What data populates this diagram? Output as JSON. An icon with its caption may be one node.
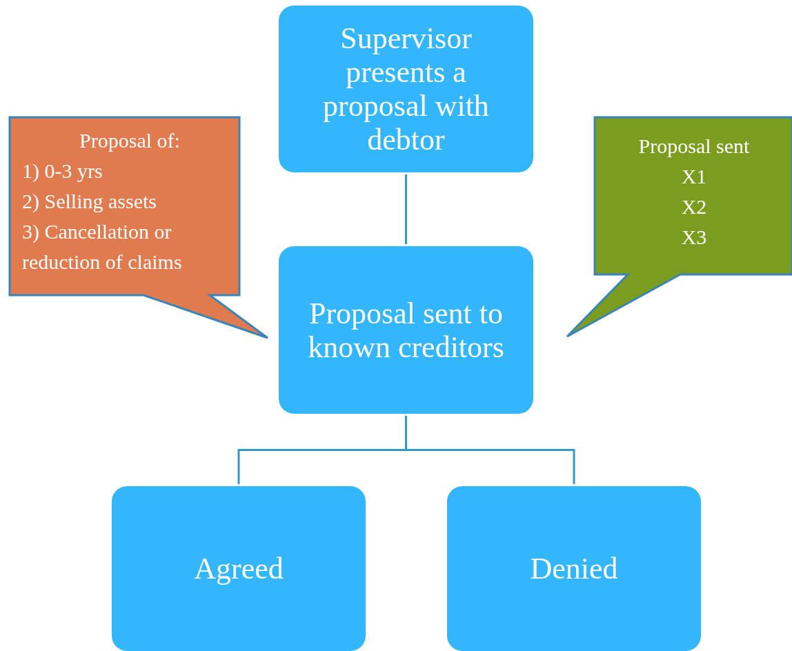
{
  "diagram": {
    "nodes": [
      {
        "text": [
          "Supervisor presents a proposal with debtor"
        ]
      },
      {
        "text": [
          "Proposal sent to known creditors"
        ]
      },
      {
        "text": [
          "Agreed"
        ]
      },
      {
        "text": [
          "Denied"
        ]
      },
      {
        "text": [
          "Proposal of:",
          "1) 0-3 yrs",
          "2) Selling assets",
          "3) Cancellation or reduction of claims"
        ]
      },
      {
        "text": [
          "Proposal sent",
          "X1",
          "X2",
          "X3"
        ]
      }
    ],
    "edges": [
      {
        "from": 0,
        "to": 1,
        "arrow": "none"
      },
      {
        "from": 1,
        "to": 2,
        "arrow": "none"
      },
      {
        "from": 1,
        "to": 3,
        "arrow": "none"
      }
    ]
  }
}
